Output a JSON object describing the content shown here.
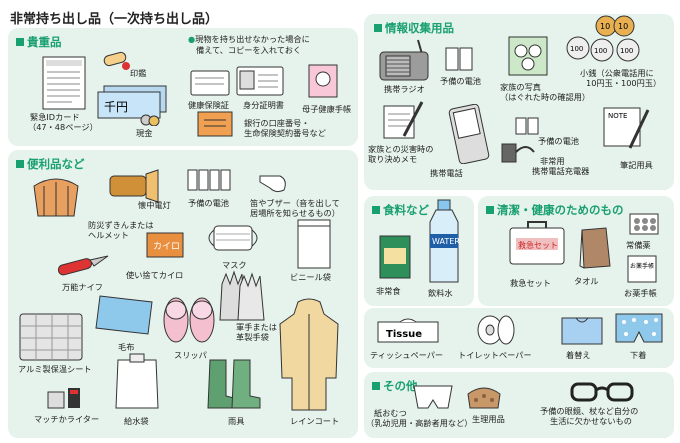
{
  "title": "非常持ち出し品（一次持ち出し品）",
  "sections": {
    "valuables": {
      "heading": "貴重品",
      "note_line1": "現物を持ち出せなかった場合に",
      "note_line2": "備えて、コピーを入れておく",
      "items": {
        "id_card_l1": "緊急IDカード",
        "id_card_l2": "（47・48ページ）",
        "inkan": "印鑑",
        "cash": "現金",
        "insurance": "健康保険証",
        "id_cert": "身分証明書",
        "maternal": "母子健康手帳",
        "bank_l1": "銀行の口座番号・",
        "bank_l2": "生命保険契約番号など"
      }
    },
    "convenience": {
      "heading": "便利品など",
      "items": {
        "hood_l1": "防災ずきんまたは",
        "hood_l2": "ヘルメット",
        "flashlight": "懐中電灯",
        "batteries": "予備の電池",
        "whistle_l1": "笛やブザー（音を出して",
        "whistle_l2": "居場所を知らせるもの）",
        "knife": "万能ナイフ",
        "kairo": "使い捨てカイロ",
        "mask": "マスク",
        "plastic_bag": "ビニール袋",
        "blanket": "毛布",
        "slippers": "スリッパ",
        "gloves_l1": "軍手または",
        "gloves_l2": "革製手袋",
        "thermal_sheet": "アルミ製保温シート",
        "lighter": "マッチかライター",
        "water_bag": "給水袋",
        "boots": "雨具",
        "raincoat": "レインコート"
      }
    },
    "info": {
      "heading": "情報収集用品",
      "items": {
        "radio": "携帯ラジオ",
        "batteries": "予備の電池",
        "photo_l1": "家族の写真",
        "photo_l2": "（はぐれた時の確認用）",
        "coins_l1": "小銭（公衆電話用に",
        "coins_l2": "10円玉・100円玉）",
        "memo_l1": "家族との災害時の",
        "memo_l2": "取り決めメモ",
        "phone": "携帯電話",
        "batteries2": "予備の電池",
        "charger_l1": "非常用",
        "charger_l2": "携帯電話充電器",
        "notebook": "筆記用具"
      }
    },
    "food": {
      "heading": "食料など",
      "items": {
        "food": "非常食",
        "water": "飲料水",
        "water_label": "WATER"
      }
    },
    "hygiene": {
      "heading": "清潔・健康のためのもの",
      "items": {
        "medicine": "常備薬",
        "first_aid": "救急セット",
        "first_aid_label": "救急セット",
        "towel": "タオル",
        "med_book": "お薬手帳",
        "med_book_label": "お薬手帳",
        "tissue": "ティッシュペーパー",
        "tissue_label": "Tissue",
        "toilet_paper": "トイレットペーパー",
        "change": "着替え",
        "underwear": "下着"
      }
    },
    "other": {
      "heading": "その他",
      "items": {
        "diaper_l1": "紙おむつ",
        "diaper_l2": "（乳幼児用・高齢者用など）",
        "sanitary": "生理用品",
        "glasses_l1": "予備の眼鏡、杖など自分の",
        "glasses_l2": "生活に欠かせないもの"
      }
    }
  },
  "colors": {
    "accent": "#19a070",
    "panel": "#e6f3ec"
  }
}
